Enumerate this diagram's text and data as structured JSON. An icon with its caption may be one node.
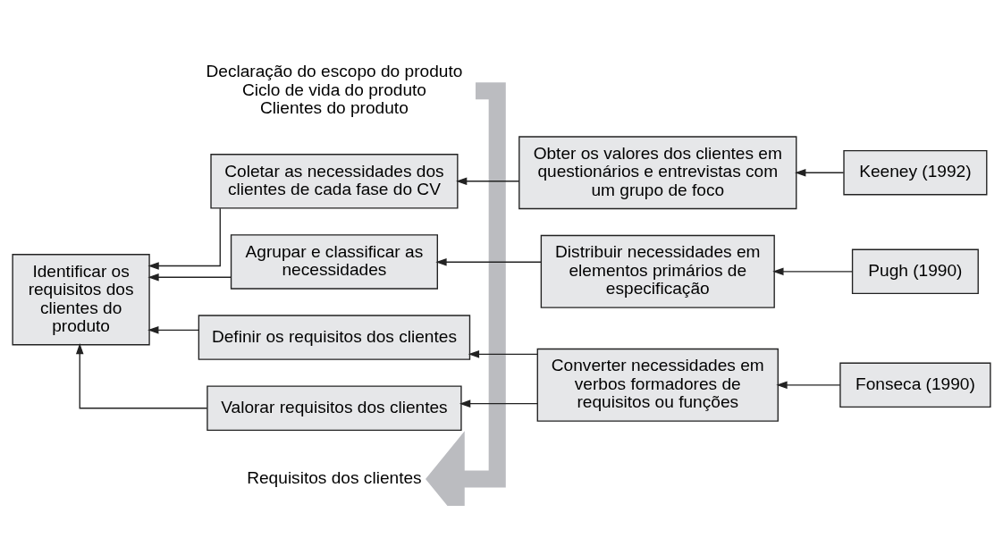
{
  "diagram": {
    "nodes": [
      {
        "text": [
          "Declaração do escopo do produto",
          "Ciclo de vida do produto",
          "Clientes do produto"
        ]
      },
      {
        "text": [
          "Coletar as necessidades dos clientes de cada fase do CV"
        ]
      },
      {
        "text": [
          "Obter os valores dos clientes em questionários e entrevistas com um grupo de foco"
        ]
      },
      {
        "text": [
          "Keeney (1992)"
        ]
      },
      {
        "text": [
          "Identificar os requisitos dos clientes do produto"
        ]
      },
      {
        "text": [
          "Agrupar e classificar as necessidades"
        ]
      },
      {
        "text": [
          "Distribuir necessidades em elementos primários de especificação"
        ]
      },
      {
        "text": [
          "Pugh (1990)"
        ]
      },
      {
        "text": [
          "Definir os requisitos dos clientes"
        ]
      },
      {
        "text": [
          "Converter necessidades em verbos formadores de requisitos ou funções"
        ]
      },
      {
        "text": [
          "Fonseca (1990)"
        ]
      },
      {
        "text": [
          "Valorar requisitos dos clientes"
        ]
      },
      {
        "text": [
          "Requisitos dos clientes"
        ]
      }
    ],
    "edges": [
      {
        "from": 3,
        "to": 2,
        "arrow": "to"
      },
      {
        "from": 2,
        "to": 1,
        "arrow": "to"
      },
      {
        "from": 7,
        "to": 6,
        "arrow": "to"
      },
      {
        "from": 6,
        "to": 5,
        "arrow": "to"
      },
      {
        "from": 10,
        "to": 9,
        "arrow": "to"
      },
      {
        "from": 9,
        "to": 8,
        "arrow": "to"
      },
      {
        "from": 9,
        "to": 11,
        "arrow": "to"
      },
      {
        "from": 1,
        "to": 4,
        "arrow": "to"
      },
      {
        "from": 5,
        "to": 4,
        "arrow": "to"
      },
      {
        "from": 8,
        "to": 4,
        "arrow": "to"
      },
      {
        "from": 11,
        "to": 4,
        "arrow": "to"
      },
      {
        "from": 0,
        "to": 12,
        "arrow": "to",
        "style": "thick",
        "color": "#bbbcc0"
      }
    ]
  }
}
